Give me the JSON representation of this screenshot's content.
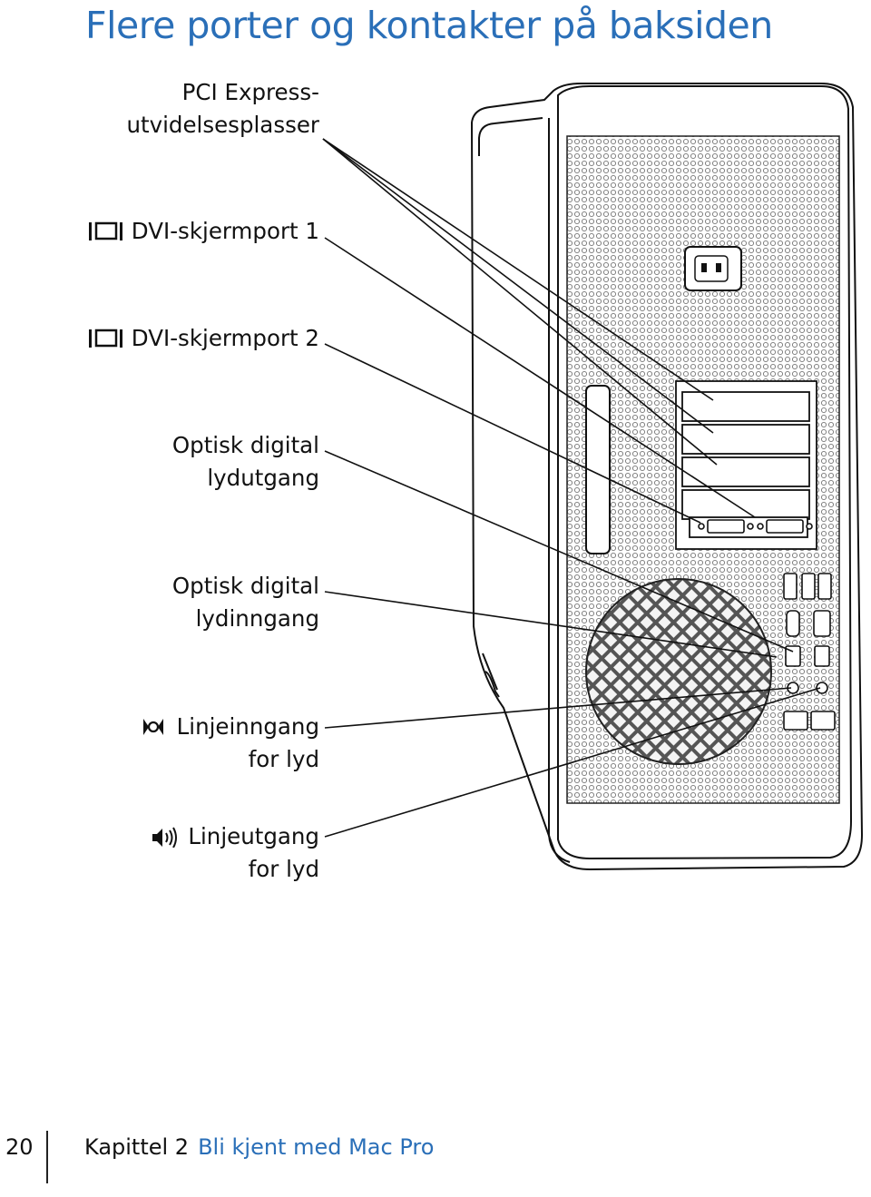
{
  "page": {
    "title": "Flere porter og kontakter på baksiden"
  },
  "labels": [
    {
      "id": "pci",
      "line1": "PCI Express-",
      "line2": "utvidelsesplasser",
      "icon": ""
    },
    {
      "id": "dvi1",
      "line1": "DVI-skjermport 1",
      "line2": "",
      "icon": "display-port-icon"
    },
    {
      "id": "dvi2",
      "line1": "DVI-skjermport 2",
      "line2": "",
      "icon": "display-port-icon"
    },
    {
      "id": "optout",
      "line1": "Optisk digital",
      "line2": "lydutgang",
      "icon": ""
    },
    {
      "id": "optin",
      "line1": "Optisk digital",
      "line2": "lydinngang",
      "icon": ""
    },
    {
      "id": "linein",
      "line1": "Linjeinngang",
      "line2": "for lyd",
      "icon": "audio-line-in-icon"
    },
    {
      "id": "lineout",
      "line1": "Linjeutgang",
      "line2": "for lyd",
      "icon": "speaker-icon"
    }
  ],
  "footer": {
    "page_number": "20",
    "chapter": "Kapittel 2",
    "section": "Bli kjent med Mac Pro"
  }
}
